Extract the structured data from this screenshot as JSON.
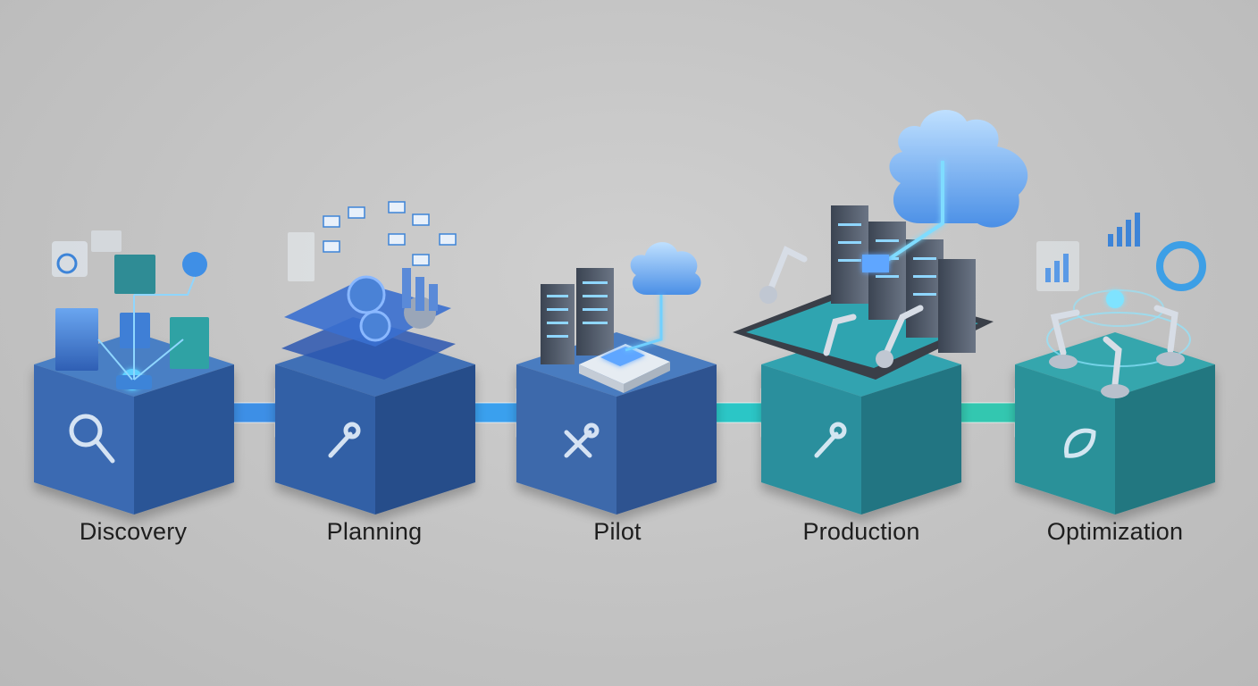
{
  "stages": [
    {
      "label": "Discovery",
      "top_color": "#4a7fc4",
      "front_color": "#3a6bb2",
      "side_color": "#2c5596",
      "icon": "magnifier-icon"
    },
    {
      "label": "Planning",
      "top_color": "#3f6fb6",
      "front_color": "#3361a6",
      "side_color": "#274d8a",
      "icon": "wrench-icon"
    },
    {
      "label": "Pilot",
      "top_color": "#4a7cc0",
      "front_color": "#3c69ab",
      "side_color": "#2d5290",
      "icon": "tools-icon"
    },
    {
      "label": "Production",
      "top_color": "#33a3b0",
      "front_color": "#2a8f9d",
      "side_color": "#207582",
      "icon": "wrench-icon"
    },
    {
      "label": "Optimization",
      "top_color": "#35a6ad",
      "front_color": "#2c9199",
      "side_color": "#217780",
      "icon": "leaf-icon"
    }
  ],
  "connector_colors": [
    "#3d8fe6",
    "#3aa0ee",
    "#2bc6c6",
    "#33c7b0"
  ]
}
